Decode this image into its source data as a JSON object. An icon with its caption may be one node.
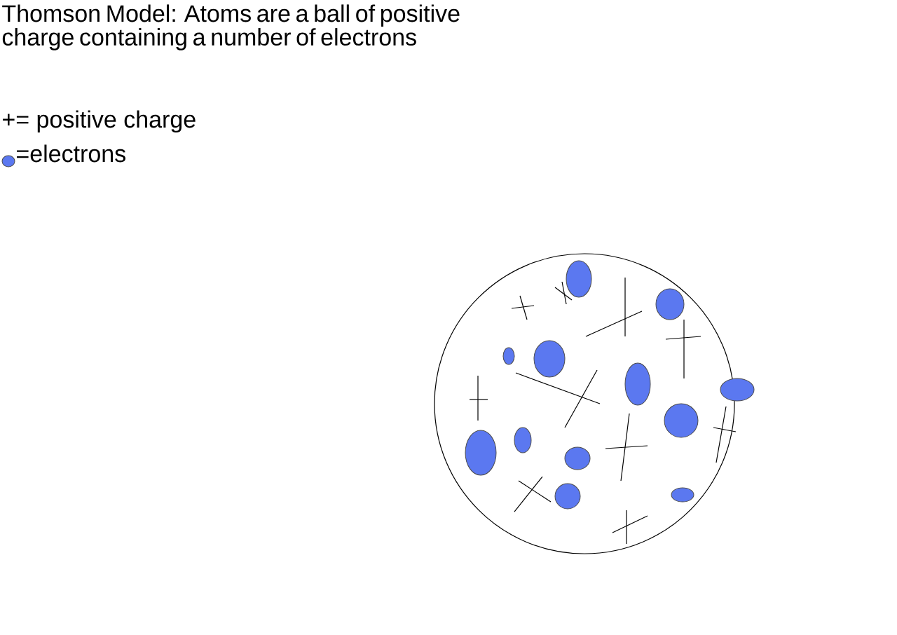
{
  "diagram": {
    "title": "Thomson Model: Atoms are a ball of positive charge containing a number of electrons",
    "legend": [
      {
        "text": "+= positive charge"
      },
      {
        "text": "=electrons",
        "color": "#5b78f0"
      }
    ]
  }
}
